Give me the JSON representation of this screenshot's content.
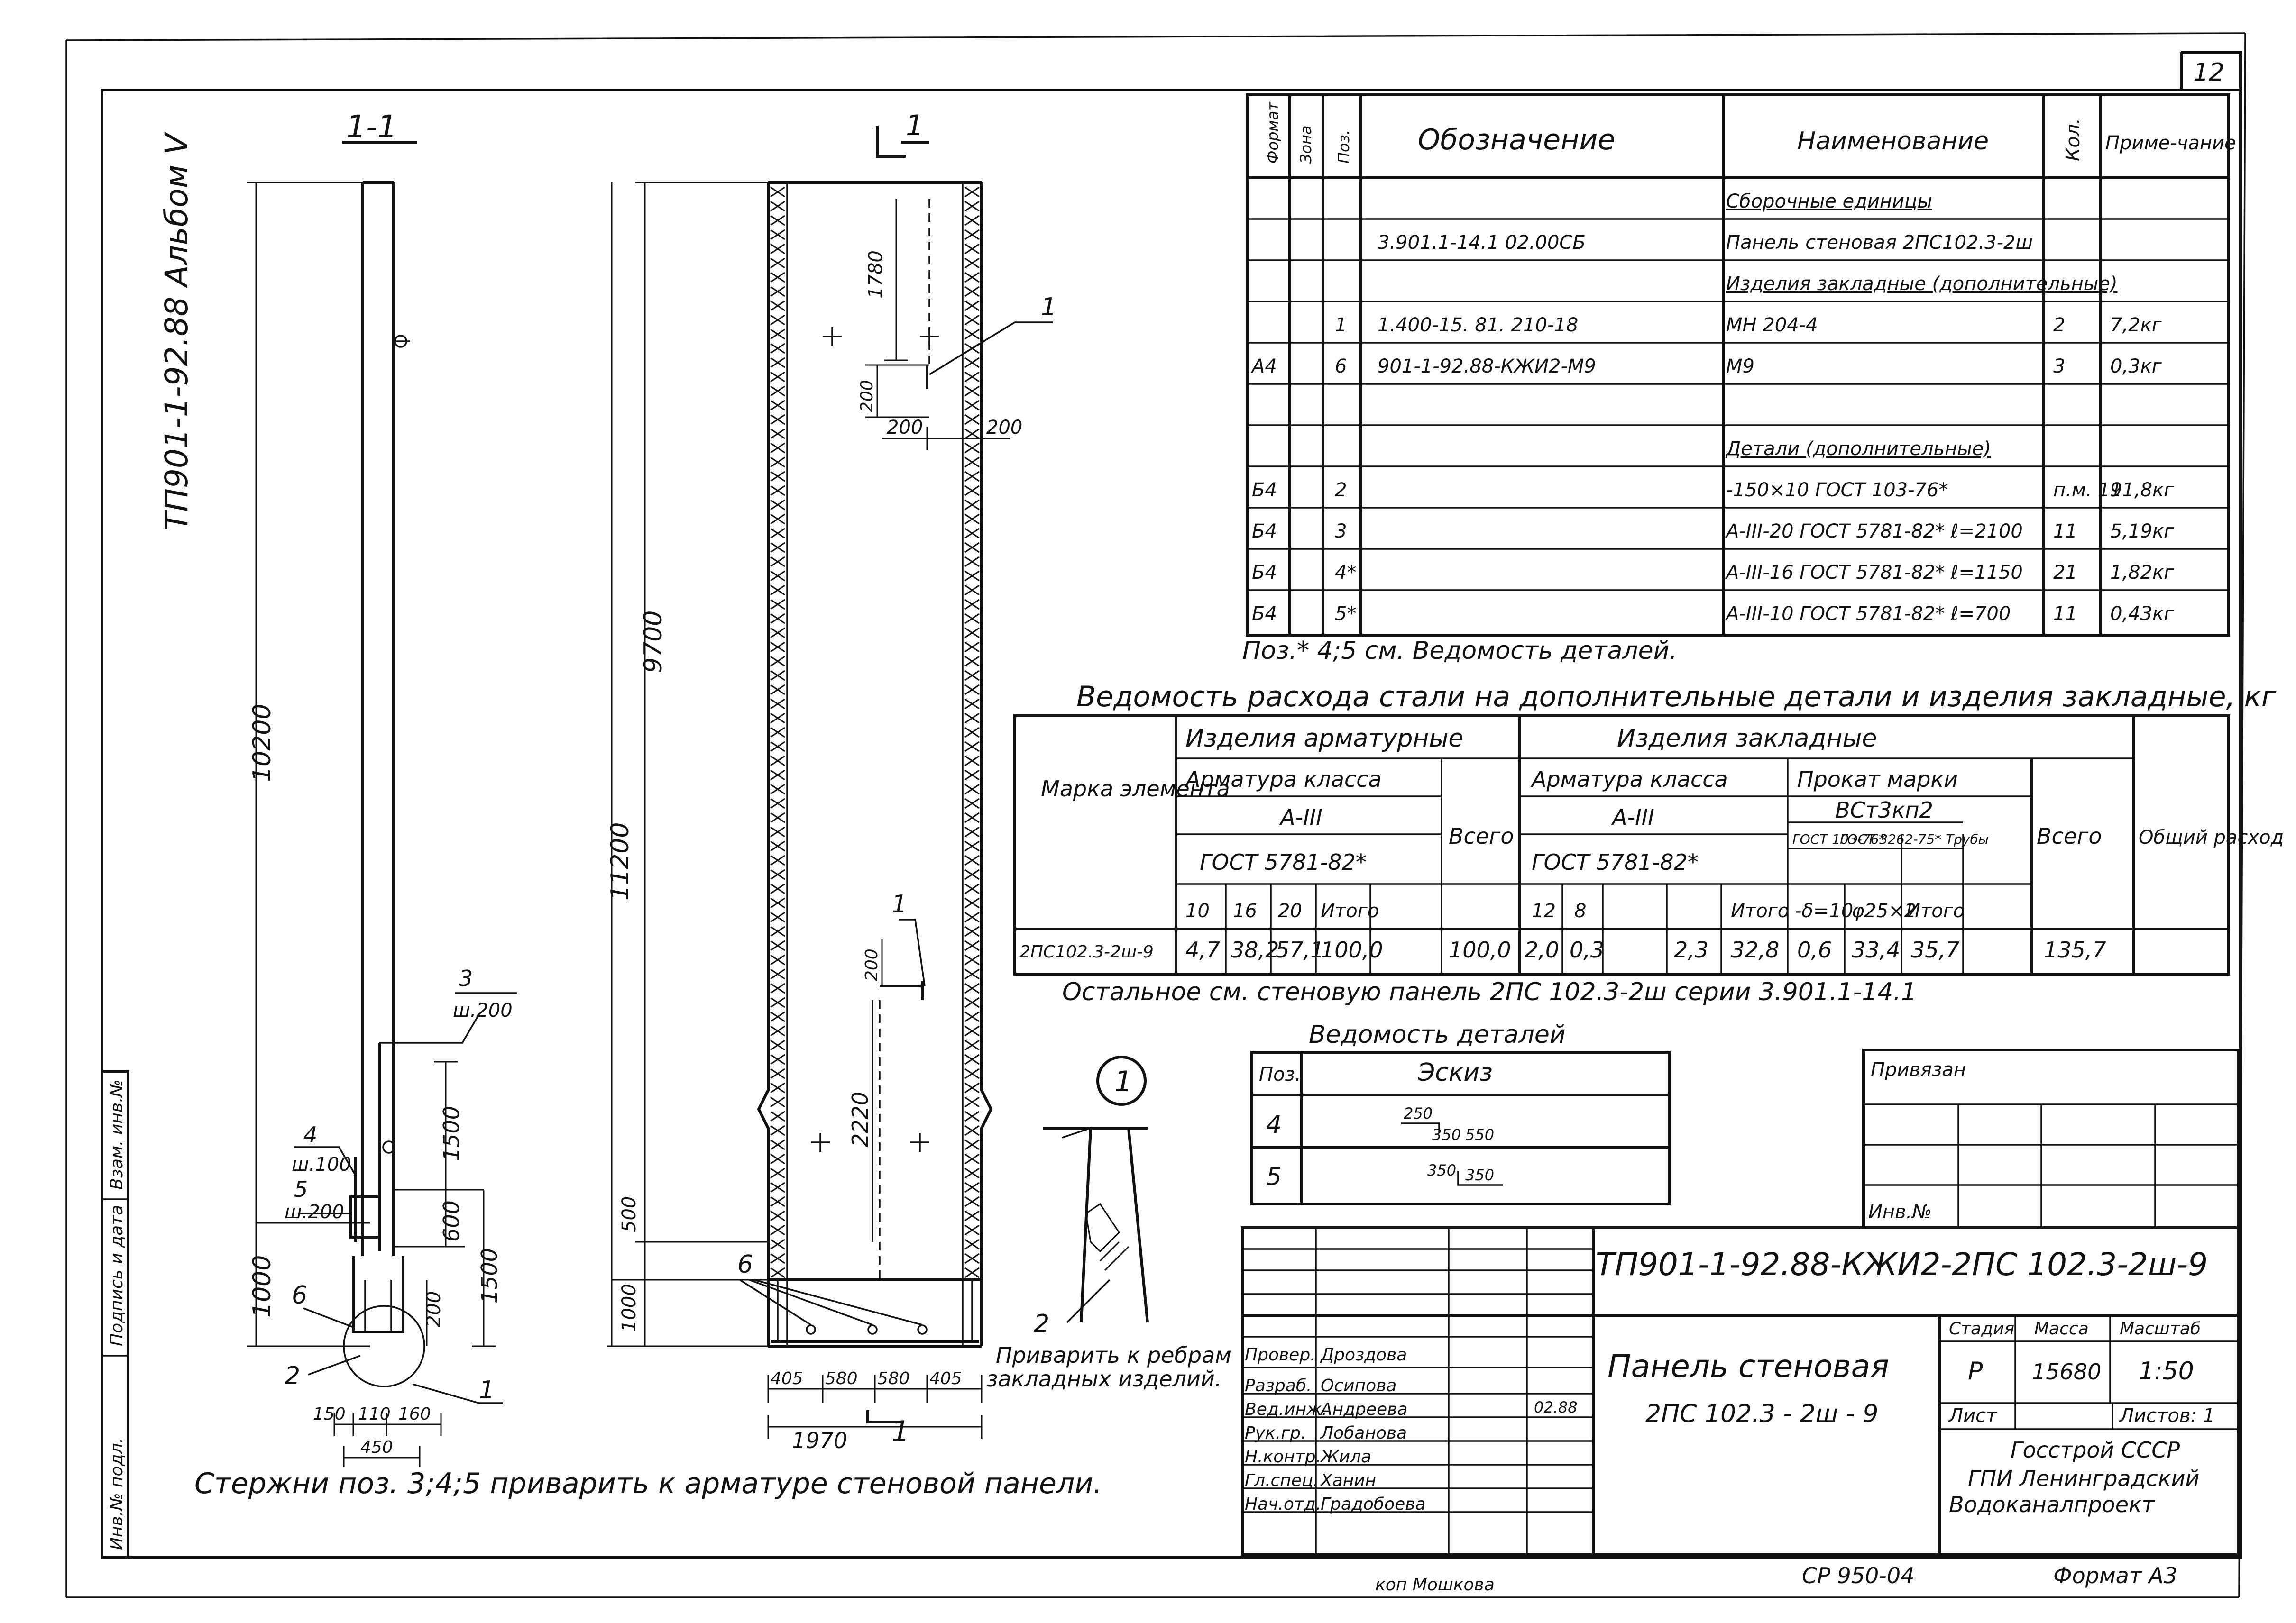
{
  "sheet": {
    "page_number": "12",
    "album": "ТП901-1-92.88 Альбом V",
    "bottom_left_note": "Стержни поз. 3;4;5 приварить к арматуре стеновой панели.",
    "copied_by": "коп Мошкова",
    "order_no": "СР 950-04",
    "format": "Формат А3"
  },
  "left_strip": {
    "cells": [
      "Инв.№ подл.",
      "Подпись и дата",
      "Взам. инв.№"
    ]
  },
  "section_view": {
    "title": "1-1",
    "dims": {
      "total_height": "10200",
      "bottom": "1000",
      "upper_1500": "1500",
      "right_1500": "1500",
      "d600": "600",
      "d200": "200",
      "d150": "150",
      "d110": "110",
      "d160": "160",
      "d450": "450"
    },
    "callouts": [
      {
        "pos": "3",
        "note": "ш.200"
      },
      {
        "pos": "4",
        "note": "ш.100"
      },
      {
        "pos": "5",
        "note": "ш.200"
      },
      {
        "pos": "6",
        "note": ""
      },
      {
        "pos": "2",
        "note": ""
      },
      {
        "pos": "1",
        "note": ""
      }
    ]
  },
  "elevation_view": {
    "section_mark": "1",
    "dims": {
      "d1780": "1780",
      "d200a": "200",
      "d200b": "200",
      "d200c": "200",
      "d200d": "200",
      "d9700": "9700",
      "d11200": "11200",
      "d2220": "2220",
      "d500": "500",
      "d1000": "1000",
      "bottom_segments": [
        "405",
        "580",
        "580",
        "405"
      ],
      "width": "1970"
    },
    "callouts": [
      "1",
      "1",
      "6",
      "2"
    ],
    "weld_note_line1": "Приварить к ребрам",
    "weld_note_line2": "закладных изделий."
  },
  "detail_mark": "1",
  "spec_table": {
    "headers": [
      "Формат",
      "Зона",
      "Поз.",
      "Обозначение",
      "Наименование",
      "Кол.",
      "Приме-чание"
    ],
    "rows": [
      {
        "fmt": "",
        "zone": "",
        "pos": "",
        "des": "",
        "name": "Сборочные единицы",
        "qty": "",
        "note": "",
        "underline": true
      },
      {
        "fmt": "",
        "zone": "",
        "pos": "",
        "des": "3.901.1-14.1   02.00СБ",
        "name": "Панель стеновая 2ПС102.3-2ш",
        "qty": "",
        "note": ""
      },
      {
        "fmt": "",
        "zone": "",
        "pos": "",
        "des": "",
        "name": "Изделия закладные (дополнительные)",
        "qty": "",
        "note": "",
        "underline": true
      },
      {
        "fmt": "",
        "zone": "",
        "pos": "1",
        "des": "1.400-15. 81. 210-18",
        "name": "МН 204-4",
        "qty": "2",
        "note": "7,2кг"
      },
      {
        "fmt": "А4",
        "zone": "",
        "pos": "6",
        "des": "901-1-92.88-КЖИ2-М9",
        "name": "М9",
        "qty": "3",
        "note": "0,3кг"
      },
      {
        "fmt": "",
        "zone": "",
        "pos": "",
        "des": "",
        "name": "",
        "qty": "",
        "note": ""
      },
      {
        "fmt": "",
        "zone": "",
        "pos": "",
        "des": "",
        "name": "Детали (дополнительные)",
        "qty": "",
        "note": "",
        "underline": true
      },
      {
        "fmt": "Б4",
        "zone": "",
        "pos": "2",
        "des": "",
        "name": "-150×10 ГОСТ 103-76*",
        "qty": "п.м. 19",
        "note": "11,8кг"
      },
      {
        "fmt": "Б4",
        "zone": "",
        "pos": "3",
        "des": "",
        "name": "А-III-20 ГОСТ 5781-82* ℓ=2100",
        "qty": "11",
        "note": "5,19кг"
      },
      {
        "fmt": "Б4",
        "zone": "",
        "pos": "4*",
        "des": "",
        "name": "А-III-16 ГОСТ 5781-82* ℓ=1150",
        "qty": "21",
        "note": "1,82кг"
      },
      {
        "fmt": "Б4",
        "zone": "",
        "pos": "5*",
        "des": "",
        "name": "А-III-10 ГОСТ 5781-82* ℓ=700",
        "qty": "11",
        "note": "0,43кг"
      }
    ],
    "footnote": "Поз.* 4;5 см. Ведомость деталей."
  },
  "steel_table": {
    "title": "Ведомость расхода стали на дополнительные детали и изделия закладные, кг",
    "h_mark": "Марка элемента",
    "h_reinf_items": "Изделия арматурные",
    "h_embedded": "Изделия закладные",
    "h_rebar_class": "Арматура класса",
    "h_a3": "А-III",
    "h_gost": "ГОСТ 5781-82*",
    "h_total": "Всего",
    "h_rolled": "Прокат марки",
    "h_steel": "ВСт3кп2",
    "h_gost_103": "ГОСТ 103-76*",
    "h_gost_3262": "ГОСТ 3262-75* Трубы",
    "h_general": "Общий расход",
    "sub_cols": [
      "10",
      "16",
      "20",
      "Итого",
      "12",
      "8",
      "Итого",
      "-δ=10",
      "φ25×2",
      "Итого"
    ],
    "row": {
      "mark": "2ПС102.3-2ш-9",
      "values": [
        "4,7",
        "38,2",
        "57,1",
        "100,0",
        "100,0",
        "2,0",
        "0,3",
        "",
        "2,3",
        "32,8",
        "0,6",
        "33,4",
        "35,7",
        "135,7"
      ]
    },
    "footnote": "Остальное см. стеновую панель 2ПС 102.3-2ш серии 3.901.1-14.1"
  },
  "details_table": {
    "title": "Ведомость деталей",
    "h_pos": "Поз.",
    "h_sketch": "Эскиз",
    "rows": [
      {
        "pos": "4",
        "dims": [
          "250",
          "350",
          "550"
        ]
      },
      {
        "pos": "5",
        "dims": [
          "350",
          "350"
        ]
      }
    ]
  },
  "privyazan": {
    "label": "Привязан",
    "inv_label": "Инв.№"
  },
  "title_block": {
    "designation": "ТП901-1-92.88-КЖИ2-2ПС 102.3-2ш-9",
    "name_line1": "Панель стеновая",
    "name_line2": "2ПС 102.3 - 2ш - 9",
    "stage_label": "Стадия",
    "mass_label": "Масса",
    "scale_label": "Масштаб",
    "stage": "Р",
    "mass": "15680",
    "scale": "1:50",
    "sheet_label": "Лист",
    "sheets_label": "Листов: 1",
    "org_line1": "Госстрой СССР",
    "org_line2": "ГПИ Ленинградский",
    "org_line3": "Водоканалпроект",
    "date": "02.88",
    "signatures": [
      {
        "role": "Провер.",
        "name": "Дроздова"
      },
      {
        "role": "Разраб.",
        "name": "Осипова"
      },
      {
        "role": "Вед.инж.",
        "name": "Андреева"
      },
      {
        "role": "Рук.гр.",
        "name": "Лобанова"
      },
      {
        "role": "Н.контр.",
        "name": "Жила"
      },
      {
        "role": "Гл.спец.",
        "name": "Ханин"
      },
      {
        "role": "Нач.отд.",
        "name": "Градобоева"
      }
    ]
  }
}
